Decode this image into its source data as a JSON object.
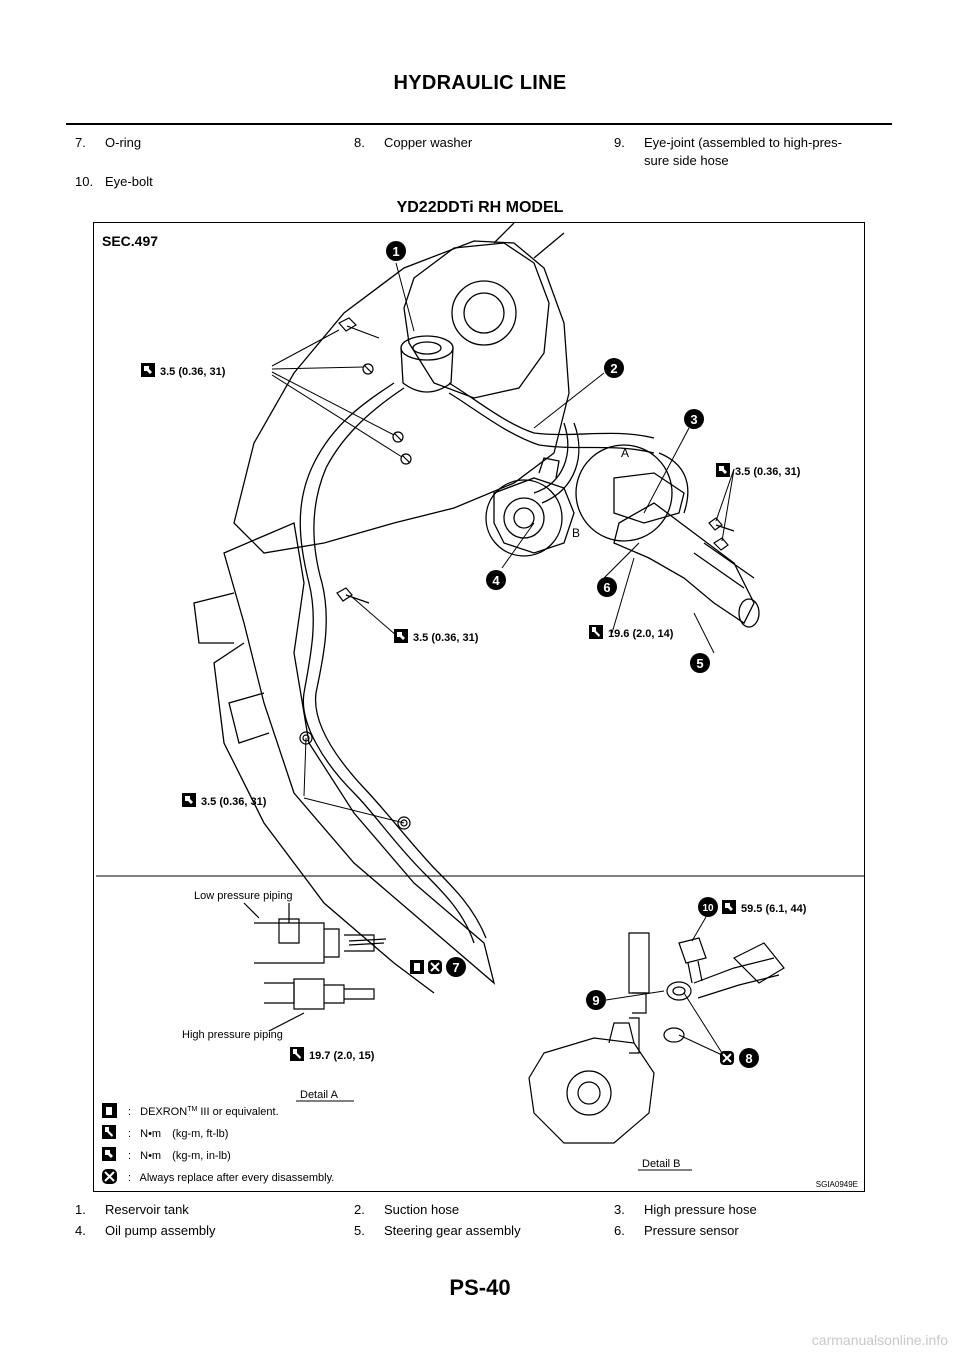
{
  "header": {
    "title": "HYDRAULIC LINE"
  },
  "top_legend": [
    {
      "num": "7.",
      "text": "O-ring"
    },
    {
      "num": "8.",
      "text": "Copper washer"
    },
    {
      "num": "9.",
      "text": "Eye-joint (assembled to high-pres-",
      "text2": "sure side hose"
    },
    {
      "num": "10.",
      "text": "Eye-bolt"
    }
  ],
  "section": {
    "title": "YD22DDTi RH MODEL"
  },
  "figure": {
    "section_code": "SEC.497",
    "callouts": [
      "1",
      "2",
      "3",
      "4",
      "5",
      "6",
      "7",
      "8",
      "9",
      "10"
    ],
    "torques": {
      "t1": "3.5  (0.36,  31)",
      "t2": "3.5  (0.36,  31)",
      "t3": "3.5  (0.36,  31)",
      "t4": "19.6  (2.0,  14)",
      "t5": "3.5  (0.36,  31)",
      "t6": "59.5  (6.1,  44)",
      "t7": "19.7  (2.0,  15)"
    },
    "letters": {
      "a": "A",
      "b": "B"
    },
    "detail_a": {
      "low_label": "Low pressure piping",
      "high_label": "High pressure piping",
      "title": "Detail A"
    },
    "detail_b": {
      "title": "Detail B"
    },
    "key": [
      {
        "colon": ":",
        "text": "DEXRON",
        "sup": "TM",
        "text2": " III or equivalent."
      },
      {
        "colon": ":",
        "unit": "N•m",
        "paren": "(kg-m,   ft-lb)"
      },
      {
        "colon": ":",
        "unit": "N•m",
        "paren": "(kg-m,   in-lb)"
      },
      {
        "colon": ":",
        "text": "Always replace after every disassembly."
      }
    ],
    "code": "SGIA0949E"
  },
  "bottom_legend": [
    {
      "num": "1.",
      "text": "Reservoir tank"
    },
    {
      "num": "2.",
      "text": "Suction hose"
    },
    {
      "num": "3.",
      "text": "High pressure hose"
    },
    {
      "num": "4.",
      "text": "Oil pump assembly"
    },
    {
      "num": "5.",
      "text": "Steering gear assembly"
    },
    {
      "num": "6.",
      "text": "Pressure sensor"
    }
  ],
  "footer": {
    "page_number": "PS-40",
    "watermark": "carmanualsonline.info"
  }
}
